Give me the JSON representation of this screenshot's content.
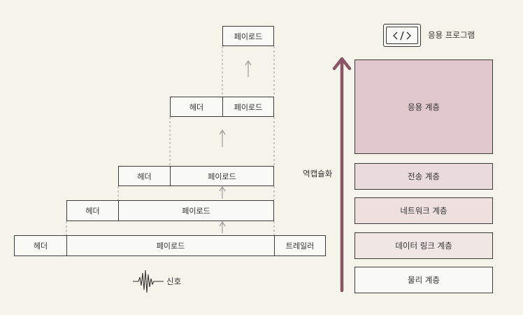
{
  "encapsulation": {
    "level1": {
      "payload": "페이로드"
    },
    "level2": {
      "header": "헤더",
      "payload": "페이로드"
    },
    "level3": {
      "header": "헤더",
      "payload": "페이로드"
    },
    "level4": {
      "header": "헤더",
      "payload": "페이로드"
    },
    "level5": {
      "header": "헤더",
      "payload": "페이로드",
      "trailer": "트레일러"
    },
    "signal_label": "신호"
  },
  "stack": {
    "arrow_label": "역캡슐화",
    "app_program_label": "응용 프로그램",
    "app_program_icon": "code-icon",
    "arrow_color": "#8a5566",
    "layers": [
      {
        "name": "응용 계층",
        "color": "#e0c8cd"
      },
      {
        "name": "전송 계층",
        "color": "#eadadb"
      },
      {
        "name": "네트워크 계층",
        "color": "#ede0df"
      },
      {
        "name": "데이터 링크 계층",
        "color": "#f0e6e4"
      },
      {
        "name": "물리 계층",
        "color": "#f9f9f6"
      }
    ]
  }
}
